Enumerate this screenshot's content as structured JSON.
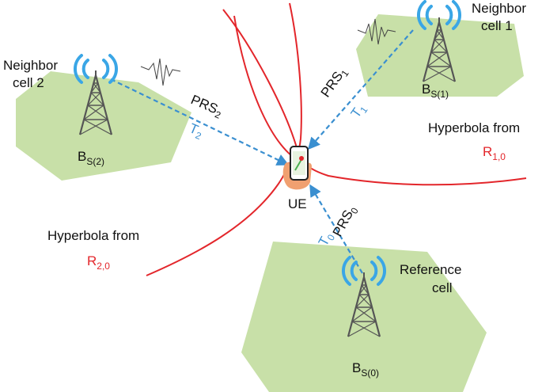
{
  "colors": {
    "hyperbola": "#e3262b",
    "signal_path": "#3a8fd0",
    "cell_fill": "#c8e0a8",
    "tower": "#555555",
    "radio_waves": "#3aa6e6",
    "text": "#111111"
  },
  "cells": {
    "reference": {
      "name_line1": "Reference",
      "name_line2": "cell",
      "station_main": "B",
      "station_sub": "S(0)",
      "prs_main": "PRS",
      "prs_sub": "0",
      "time_main": "T",
      "time_sub": "0"
    },
    "neighbor1": {
      "name_line1": "Neighbor",
      "name_line2": "cell 1",
      "station_main": "B",
      "station_sub": "S(1)",
      "prs_main": "PRS",
      "prs_sub": "1",
      "time_main": "T",
      "time_sub": "1"
    },
    "neighbor2": {
      "name_line1": "Neighbor",
      "name_line2": "cell 2",
      "station_main": "B",
      "station_sub": "S(2)",
      "prs_main": "PRS",
      "prs_sub": "2",
      "time_main": "T",
      "time_sub": "2"
    }
  },
  "ue": {
    "label": "UE"
  },
  "hyperbolas": [
    {
      "label": "Hyperbola from",
      "r_main": "R",
      "r_sub": "1,0"
    },
    {
      "label": "Hyperbola from",
      "r_main": "R",
      "r_sub": "2,0"
    }
  ],
  "icons": [
    "cell-tower-icon",
    "radio-wave-icon",
    "signal-waveform-icon",
    "smartphone-icon",
    "hand-icon"
  ]
}
